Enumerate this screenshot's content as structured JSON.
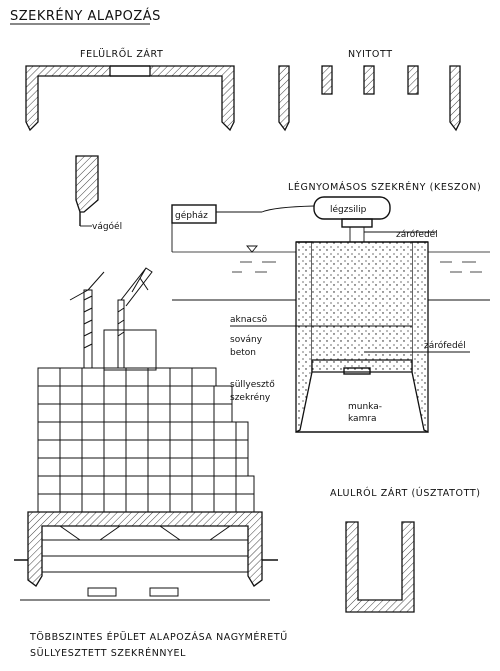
{
  "title": "SZEKRÉNY ALAPOZÁS",
  "top_left_caption": "FELÜLRŐL ZÁRT",
  "top_right_caption": "NYITOTT",
  "cutting_edge_label": "vágóél",
  "caisson_title": "LÉGNYOMÁSOS SZEKRÉNY (KESZON)",
  "labels": {
    "engine_house": "gépház",
    "airlock": "légzsilip",
    "closing_lid_top": "zárófedél",
    "shaft": "aknacsö",
    "lean_concrete_1": "sovány",
    "lean_concrete_2": "beton",
    "closing_lid_mid": "zárófedél",
    "sinking_box_1": "süllyesztő",
    "sinking_box_2": "szekrény",
    "work_chamber_1": "munka-",
    "work_chamber_2": "kamra"
  },
  "bottom_right_caption": "ALULRÓL ZÁRT (ÚSZTATOTT)",
  "bottom_caption_line1": "TÖBBSZINTES ÉPÜLET ALAPOZÁSA NAGYMÉRETŰ",
  "bottom_caption_line2": "SÜLLYESZTETT SZEKRÉNNYEL"
}
